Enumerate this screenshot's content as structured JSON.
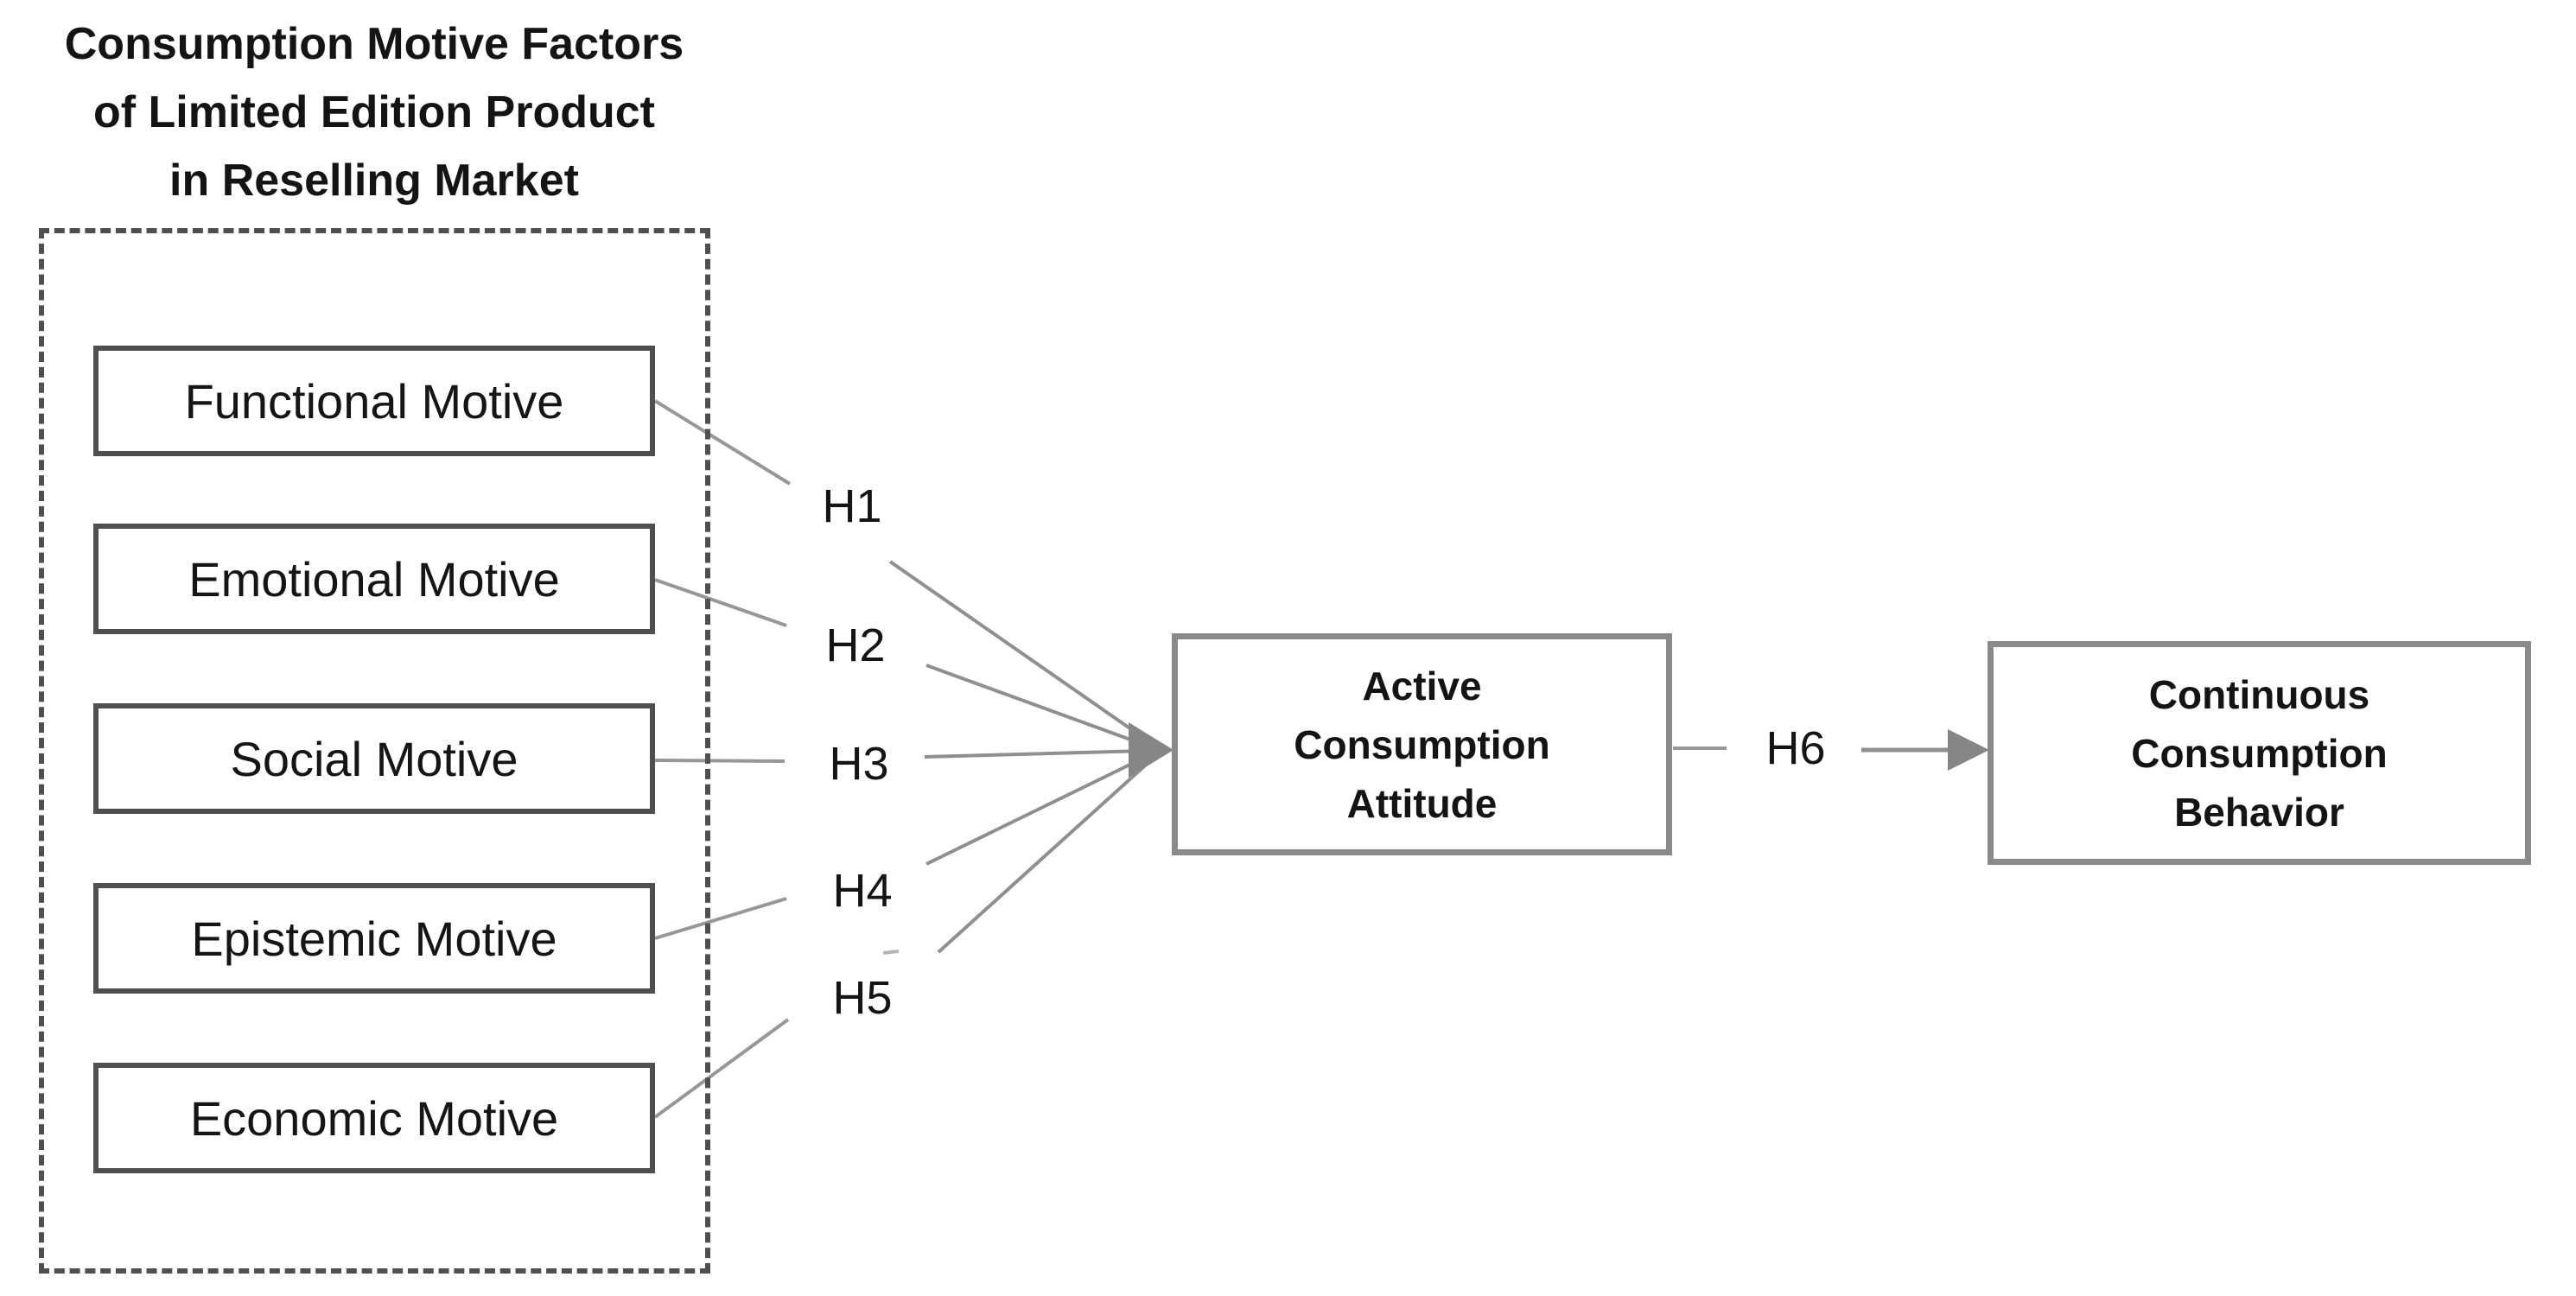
{
  "title": "Consumption Motive Factors\nof Limited Edition Product\nin Reselling Market",
  "motives": {
    "group_name": "Consumption Motive Factors of Limited Edition Product in Reselling Market",
    "items": [
      {
        "label": "Functional Motive"
      },
      {
        "label": "Emotional Motive"
      },
      {
        "label": "Social Motive"
      },
      {
        "label": "Epistemic Motive"
      },
      {
        "label": "Economic Motive"
      }
    ]
  },
  "hypotheses": {
    "h1": "H1",
    "h2": "H2",
    "h3": "H3",
    "h4": "H4",
    "h5": "H5",
    "h6": "H6"
  },
  "mediator": {
    "label": "Active\nConsumption\nAttitude"
  },
  "outcome": {
    "label": "Continuous\nConsumption\nBehavior"
  },
  "edges": [
    {
      "from": "Functional Motive",
      "to": "Active Consumption Attitude",
      "label": "H1"
    },
    {
      "from": "Emotional Motive",
      "to": "Active Consumption Attitude",
      "label": "H2"
    },
    {
      "from": "Social Motive",
      "to": "Active Consumption Attitude",
      "label": "H3"
    },
    {
      "from": "Epistemic Motive",
      "to": "Active Consumption Attitude",
      "label": "H4"
    },
    {
      "from": "Economic Motive",
      "to": "Active Consumption Attitude",
      "label": "H5"
    },
    {
      "from": "Active Consumption Attitude",
      "to": "Continuous Consumption Behavior",
      "label": "H6"
    }
  ],
  "colors": {
    "background": "#ffffff",
    "text": "#141414",
    "motive_box_border": "#4f4f4f",
    "group_dashed_border": "#4f4f4f",
    "big_box_border": "#8a8a8a",
    "connector_line": "#8f8f8f",
    "arrowhead": "#868686"
  }
}
